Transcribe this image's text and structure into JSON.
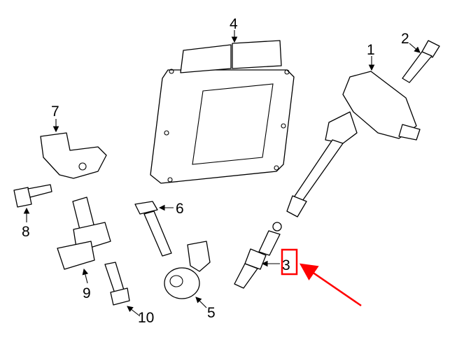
{
  "diagram": {
    "callouts": [
      {
        "id": "1",
        "label": "1"
      },
      {
        "id": "2",
        "label": "2"
      },
      {
        "id": "3",
        "label": "3"
      },
      {
        "id": "4",
        "label": "4"
      },
      {
        "id": "5",
        "label": "5"
      },
      {
        "id": "6",
        "label": "6"
      },
      {
        "id": "7",
        "label": "7"
      },
      {
        "id": "8",
        "label": "8"
      },
      {
        "id": "9",
        "label": "9"
      },
      {
        "id": "10",
        "label": "10"
      }
    ],
    "highlight": {
      "callout": "3",
      "color": "#ff0000"
    }
  }
}
